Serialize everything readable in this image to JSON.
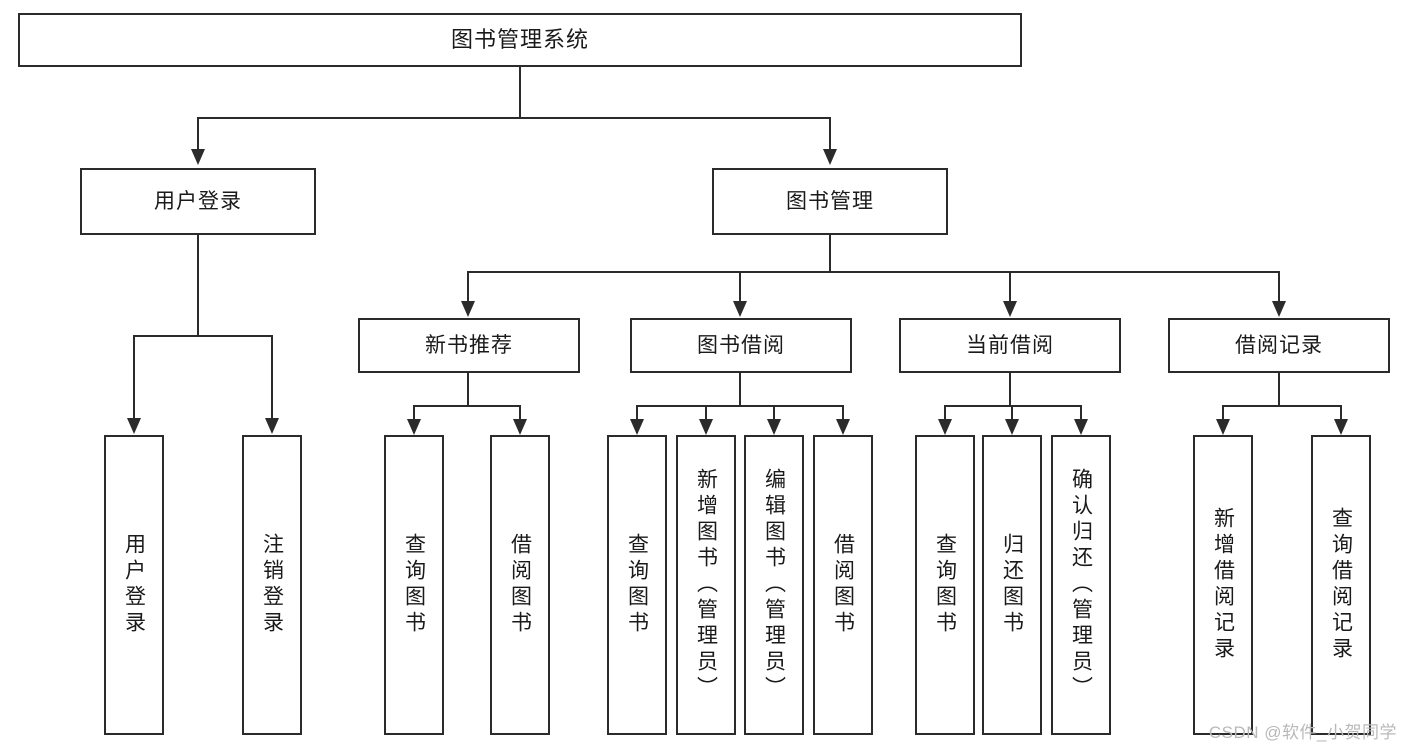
{
  "diagram": {
    "title": "图书管理系统",
    "type": "tree-functional-structure-diagram",
    "watermark": "CSDN @软件_小贺同学",
    "colors": {
      "box_border": "#2b2b2b",
      "box_fill": "#ffffff",
      "connector": "#2b2b2b",
      "text": "#1a1a1a",
      "watermark": "#b9b9b9",
      "background": "#ffffff"
    }
  },
  "root": {
    "label": "图书管理系统"
  },
  "level1": [
    {
      "id": "user-login",
      "label": "用户登录"
    },
    {
      "id": "book-manage",
      "label": "图书管理"
    }
  ],
  "level2": [
    {
      "id": "new-book-recommend",
      "label": "新书推荐"
    },
    {
      "id": "book-borrow",
      "label": "图书借阅"
    },
    {
      "id": "current-borrow",
      "label": "当前借阅"
    },
    {
      "id": "borrow-record",
      "label": "借阅记录"
    }
  ],
  "leaves": {
    "user_login": [
      {
        "id": "leaf-user-login",
        "label": "用户登录"
      },
      {
        "id": "leaf-logout-login",
        "label": "注销登录"
      }
    ],
    "new_book_recommend": [
      {
        "id": "leaf-query-book-1",
        "label": "查询图书"
      },
      {
        "id": "leaf-borrow-book-1",
        "label": "借阅图书"
      }
    ],
    "book_borrow": [
      {
        "id": "leaf-query-book-2",
        "label": "查询图书"
      },
      {
        "id": "leaf-add-book",
        "label": "新增图书（管理员）"
      },
      {
        "id": "leaf-edit-book",
        "label": "编辑图书（管理员）"
      },
      {
        "id": "leaf-borrow-book-2",
        "label": "借阅图书"
      }
    ],
    "current_borrow": [
      {
        "id": "leaf-query-book-3",
        "label": "查询图书"
      },
      {
        "id": "leaf-return-book",
        "label": "归还图书"
      },
      {
        "id": "leaf-confirm-return",
        "label": "确认归还（管理员）"
      }
    ],
    "borrow_record": [
      {
        "id": "leaf-add-borrow-record",
        "label": "新增借阅记录"
      },
      {
        "id": "leaf-query-borrow-record",
        "label": "查询借阅记录"
      }
    ]
  }
}
